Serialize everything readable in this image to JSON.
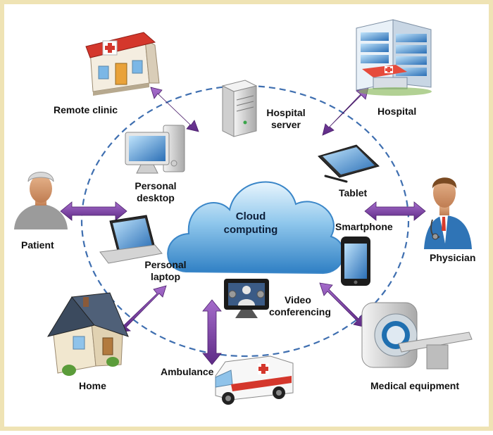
{
  "diagram": {
    "center": {
      "line1": "Cloud",
      "line2": "computing"
    },
    "nodes": {
      "remote_clinic": "Remote clinic",
      "hospital_server": {
        "line1": "Hospital",
        "line2": "server"
      },
      "hospital": "Hospital",
      "personal_desktop": {
        "line1": "Personal",
        "line2": "desktop"
      },
      "tablet": "Tablet",
      "patient": "Patient",
      "smartphone": "Smartphone",
      "physician": "Physician",
      "personal_laptop": {
        "line1": "Personal",
        "line2": "laptop"
      },
      "video_conferencing": {
        "line1": "Video",
        "line2": "conferencing"
      },
      "home": "Home",
      "ambulance": "Ambulance",
      "medical_equipment": "Medical equipment"
    },
    "colors": {
      "border": "#efe3b4",
      "arrow": "#7b3fa0",
      "circle": "#3f6fb0",
      "cloud": "#4f9fd8"
    }
  }
}
